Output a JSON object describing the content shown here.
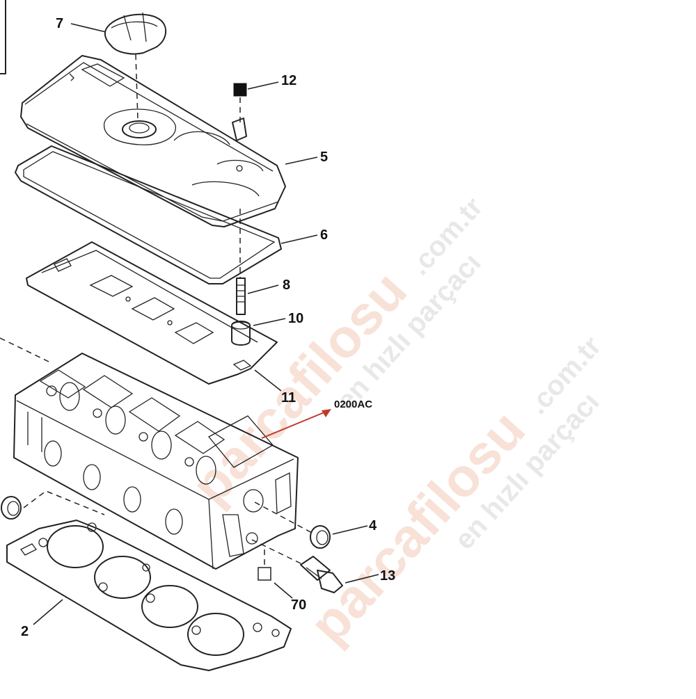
{
  "diagram": {
    "part_labels": {
      "p7": "7",
      "p12": "12",
      "p5": "5",
      "p6": "6",
      "p8": "8",
      "p10": "10",
      "p11": "11",
      "p4": "4",
      "p13": "13",
      "p70": "70",
      "p2": "2"
    },
    "reference_code": "0200AC",
    "colors": {
      "line": "#222222",
      "pointer_arrow": "#c0392b",
      "watermark_brand": "#f3c9b8",
      "watermark_text": "#d9d9d9"
    }
  },
  "watermarks": {
    "domain_1": ".com.tr",
    "brand_1": "parcafilosu",
    "slogan_1": "en hızlı parçacı",
    "domain_2": ".com.tr",
    "brand_2": "parcafilosu",
    "slogan_2": "en hızlı parçacı"
  }
}
